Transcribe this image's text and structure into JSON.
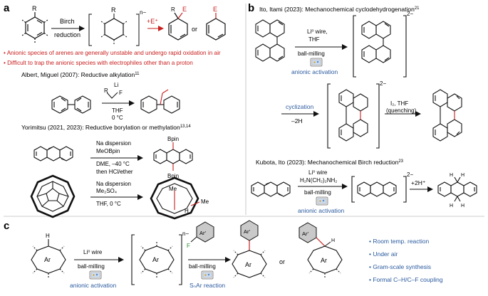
{
  "colors": {
    "red": "#c81e1e",
    "blue": "#2a5a9e",
    "bond": "#111111",
    "gray_fill": "#c9c9c9"
  },
  "panel_a": {
    "letter": "a",
    "r_label": "R",
    "birch_line1": "Birch",
    "birch_line2": "reduction",
    "anion_charge": "n−",
    "electrophile": "+E⁺",
    "e_label": "E",
    "or_label": "or",
    "bullet1": "• Anionic species of arenes are generally unstable and undergo rapid oxidation in air",
    "bullet2": "• Difficult to trap the anionic species with electrophiles other than a proton",
    "albert_title": "Albert, Miguel (2007): Reductive alkylation",
    "albert_ref": "11",
    "li_label": "Li",
    "r2_label": "R",
    "f_label": "F",
    "thf_label": "THF",
    "temp_label": "0 °C",
    "yori_title": "Yorimitsu (2021, 2023): Reductive borylation or methylation",
    "yori_ref": "13,14",
    "na1_line1": "Na dispersion",
    "na1_line2": "MeOBpin",
    "dme_line": "DME, –40 °C",
    "hcl_line": "then HCl/ether",
    "bpin_top": "Bpin",
    "bpin_bottom": "Bpin",
    "na2_line1": "Na dispersion",
    "na2_line2": "Me₂SO₄",
    "thf0_line": "THF, 0 °C",
    "me_label1": "Me",
    "me_label2": "Me",
    "h_label": "H"
  },
  "panel_b": {
    "letter": "b",
    "ito_title": "Ito, Itami (2023): Mechanochemical cyclodehydrogenation",
    "ito_ref": "21",
    "li_wire": "Li⁰ wire,",
    "thf": "THF",
    "ball_milling": "ball-milling",
    "anionic": "anionic activation",
    "charge": "2−",
    "cyclization": "cyclization",
    "minus2h": "–2H",
    "i2_line1": "I₂, THF",
    "i2_line2": "(quenching)",
    "kubota_title": "Kubota, Ito (2023): Mechanochemical Birch reduction",
    "kubota_ref": "23",
    "li_wire2": "Li⁰ wire",
    "amine": "H₂N(CH₂)₂NH₂",
    "ball_milling2": "ball-milling",
    "anionic2": "anionic activation",
    "charge2": "2−",
    "plus2h": "+2H⁺",
    "h": "H"
  },
  "panel_c": {
    "letter": "c",
    "h_label": "H",
    "ar_label": "Ar",
    "li_wire": "Li⁰ wire",
    "ball_milling": "ball-milling",
    "anionic": "anionic activation",
    "charge": "n−",
    "f_label": "F",
    "ar_prime": "Ar′",
    "ball_milling2": "ball-milling",
    "snar": "SₙAr reaction",
    "or_label": "or",
    "features": [
      "• Room temp. reaction",
      "• Under air",
      "• Gram-scale synthesis",
      "• Formal C–H/C–F coupling"
    ]
  }
}
